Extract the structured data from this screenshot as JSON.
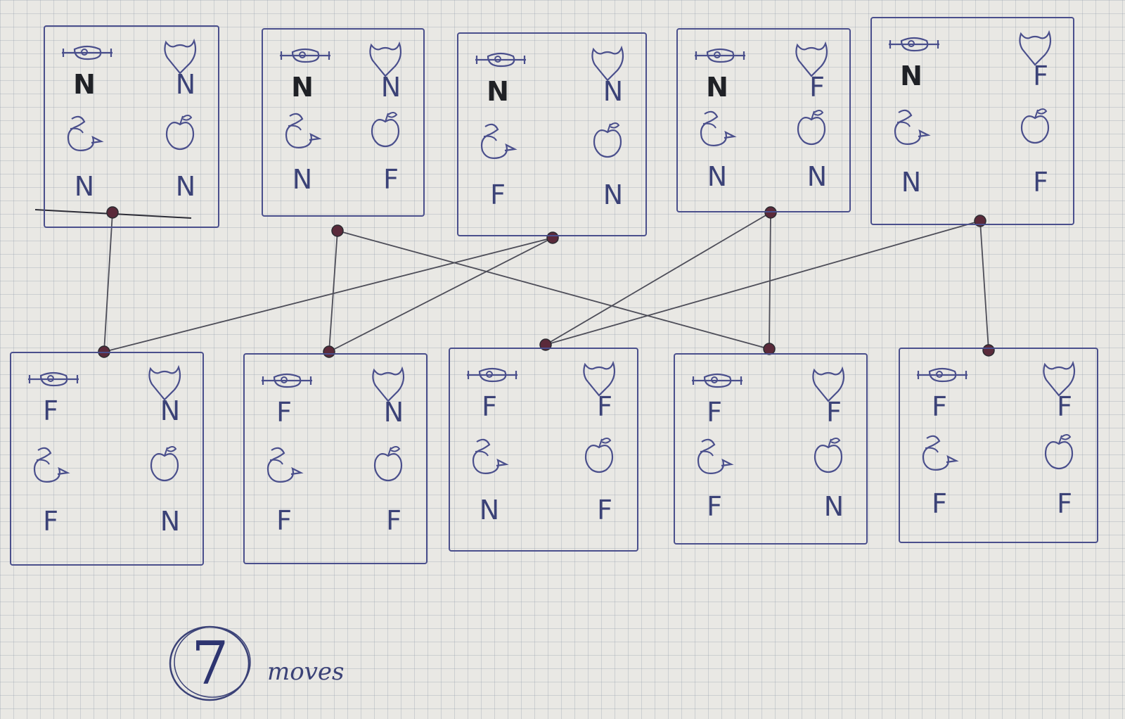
{
  "colors": {
    "ink_blue": "#4a4f8c",
    "ink_dark": "#1f2126",
    "node": "#5a2a3a",
    "paper": "#e9e8e4",
    "grid": "#b4bac4"
  },
  "icons": {
    "farmer": "farmer-icon",
    "wolf": "wolf-icon",
    "goose": "goose-icon",
    "grain": "apple-icon"
  },
  "states": {
    "top": [
      {
        "farmer": "N",
        "wolf": "N",
        "goose": "N",
        "grain": "N"
      },
      {
        "farmer": "N",
        "wolf": "N",
        "goose": "N",
        "grain": "F"
      },
      {
        "farmer": "N",
        "wolf": "N",
        "goose": "F",
        "grain": "N"
      },
      {
        "farmer": "N",
        "wolf": "F",
        "goose": "N",
        "grain": "N"
      },
      {
        "farmer": "N",
        "wolf": "F",
        "goose": "N",
        "grain": "F"
      }
    ],
    "bottom": [
      {
        "farmer": "F",
        "wolf": "N",
        "goose": "F",
        "grain": "N"
      },
      {
        "farmer": "F",
        "wolf": "N",
        "goose": "F",
        "grain": "F"
      },
      {
        "farmer": "F",
        "wolf": "F",
        "goose": "N",
        "grain": "F"
      },
      {
        "farmer": "F",
        "wolf": "F",
        "goose": "F",
        "grain": "N"
      },
      {
        "farmer": "F",
        "wolf": "F",
        "goose": "F",
        "grain": "F"
      }
    ]
  },
  "edges": [
    [
      "top.0",
      "bottom.0"
    ],
    [
      "top.1",
      "bottom.1"
    ],
    [
      "top.1",
      "bottom.3"
    ],
    [
      "top.2",
      "bottom.0"
    ],
    [
      "top.2",
      "bottom.1"
    ],
    [
      "top.3",
      "bottom.2"
    ],
    [
      "top.3",
      "bottom.3"
    ],
    [
      "top.4",
      "bottom.2"
    ],
    [
      "top.4",
      "bottom.4"
    ]
  ],
  "annotation": {
    "number": "7",
    "word": "moves"
  }
}
